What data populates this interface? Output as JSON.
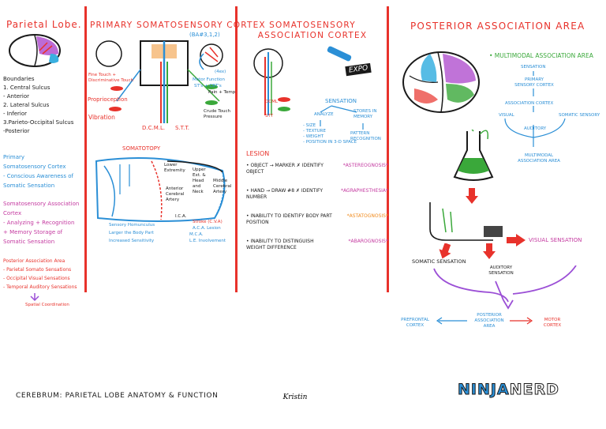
{
  "col1": {
    "title": "Parietal Lobe.",
    "boundaries_heading": "Boundaries",
    "boundaries": [
      "1. Central Sulcus",
      "- Anterior",
      "2. Lateral Sulcus",
      "- Inferior",
      "3.Parieto-Occipital Sulcus",
      "-Posterior"
    ],
    "primary": [
      "Primary",
      "Somatosensory Cortex",
      "- Conscious Awareness of",
      "Somatic Sensation"
    ],
    "association": [
      "Somatosensory Association",
      "Cortex",
      "- Analyzing + Recognition",
      "+ Memory Storage of",
      "Somatic Sensation"
    ],
    "posterior": [
      "Posterior Association Area",
      "- Parietal Somato Sensations",
      "- Occipital Visual Sensations",
      "- Temporal Auditory Sensations"
    ],
    "spatial": "Spatial Coordination"
  },
  "col2": {
    "title": "Primary Somatosensory Cortex",
    "ba": "(BA#3,1,2)",
    "fine_touch": "Fine Touch + Discriminative Touch",
    "proprioception": "Proprioception",
    "vibration": "Vibration",
    "motor_function": "Motor Function",
    "ex_stt": "(4ex)",
    "st": "ST's + CBT's",
    "pain_temp": "Pain + Temp",
    "crude": "Crude Touch Pressure",
    "dcml": "D.C.M.L.",
    "stt": "S.T.T.",
    "somatotopy": "Somatotopy",
    "lower_extremity": "Lower Extremity",
    "anterior_cerebral": "Anterior Cerebral Artery",
    "upper_ext": "Upper Ext. & Head and Neck",
    "middle_cerebral": "Middle Cerebral Artery",
    "ica": "I.C.A.",
    "stroke": "Stroke (C.V.A)",
    "legend1": "Sensory Homunculus",
    "legend2": "Larger the Body Part",
    "legend3": "Increased Sensitivity",
    "legend_r1": "A.C.A. Lesion",
    "legend_r2": "M.C.A.",
    "legend_r3": "L.E. Involvement"
  },
  "col3": {
    "title": "Somatosensory Association Cortex",
    "expo": "EXPO",
    "sensation": "Sensation",
    "analyze": "Analyze",
    "stores": "Stores in Memory",
    "list": [
      "- Size",
      "- Texture",
      "- Weight",
      "- Position in 3-D Space"
    ],
    "pattern": "Pattern Recognition",
    "dcml": "DCML",
    "stt": "STT",
    "lesion": "Lesion",
    "items": [
      {
        "text": "Object → Marker ✗ Identify Object",
        "tag": "*Astereognosis*"
      },
      {
        "text": "Hand → Draw #8 ✗ Identify Number",
        "tag": "*Agraphesthesia*"
      },
      {
        "text": "Inability to Identify Body Part Position",
        "tag": "*Astatognosis*"
      },
      {
        "text": "Inability to Distinguish Weight Difference",
        "tag": "*Abarognosis*"
      }
    ]
  },
  "col4": {
    "title": "Posterior Association Area",
    "multimodal": "• Multimodal Association Area",
    "sensation": "Sensation",
    "primary": "Primary Sensory Cortex",
    "association": "Association Cortex",
    "visual": "Visual",
    "somatic": "Somatic Sensory",
    "auditory": "Auditory",
    "multimodal2": "Multimodal Association Area",
    "visual_sensation": "Visual Sensation",
    "somatic_sensation": "Somatic Sensation",
    "auditory_sensation": "Auditory Sensation",
    "posterior": "Posterior Association Area",
    "prefrontal": "Prefrontal Cortex",
    "motor": "Motor Cortex"
  },
  "footer": {
    "caption": "Cerebrum: Parietal Lobe Anatomy & Function",
    "signature": "Kristin",
    "logo_a": "NINJA",
    "logo_b": "NERD"
  },
  "colors": {
    "red": "#e8322b",
    "blue": "#2b8fd6",
    "orange": "#f08a1c",
    "purple": "#9b4fd6",
    "green": "#3aa83a"
  }
}
